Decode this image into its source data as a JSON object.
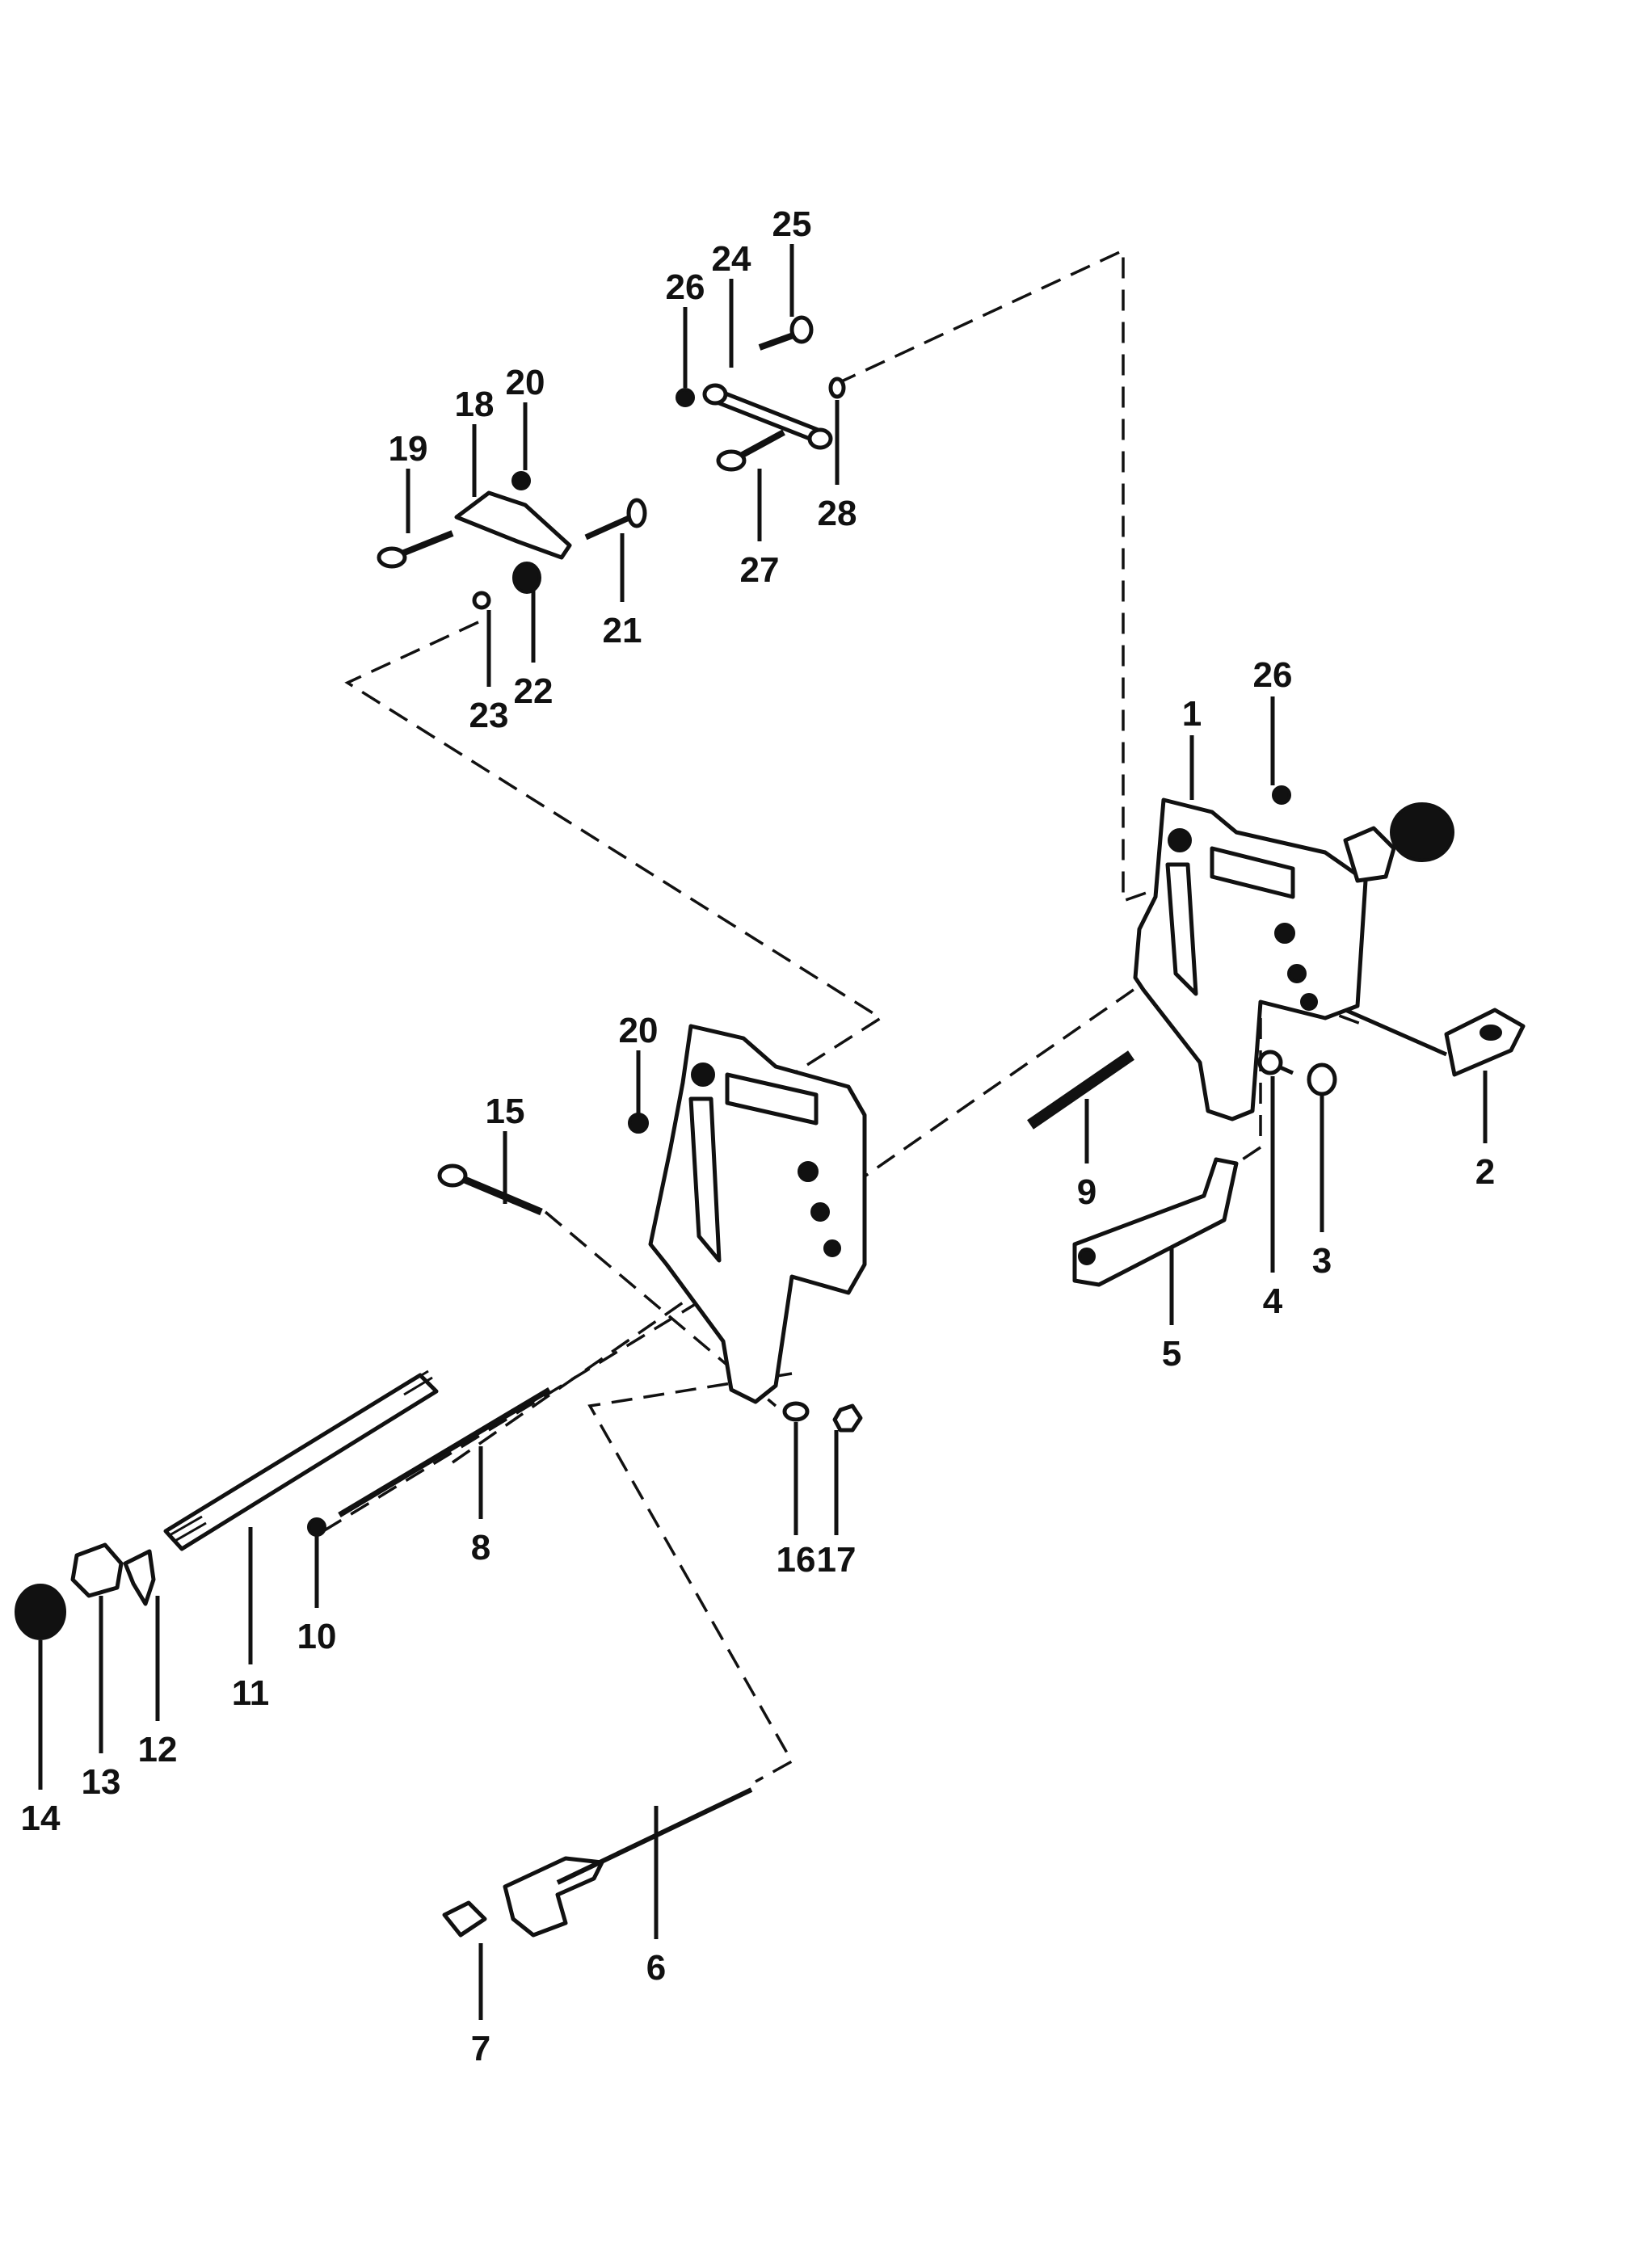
{
  "diagram": {
    "callouts": {
      "c1": "1",
      "c2": "2",
      "c3": "3",
      "c4": "4",
      "c5": "5",
      "c6": "6",
      "c7": "7",
      "c8": "8",
      "c9": "9",
      "c10": "10",
      "c11": "11",
      "c12": "12",
      "c13": "13",
      "c14": "14",
      "c15": "15",
      "c16": "16",
      "c17": "17",
      "c18": "18",
      "c19": "19",
      "c20a": "20",
      "c20b": "20",
      "c21": "21",
      "c22": "22",
      "c23": "23",
      "c24": "24",
      "c25": "25",
      "c26a": "26",
      "c26b": "26",
      "c27": "27",
      "c28": "28"
    }
  }
}
